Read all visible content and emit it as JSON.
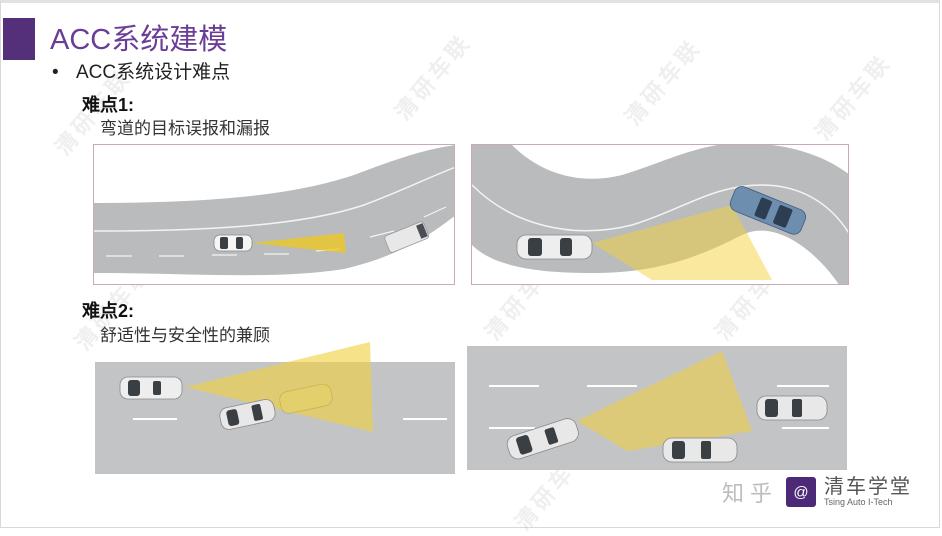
{
  "slide": {
    "title": "ACC系统建模",
    "bullet": "ACC系统设计难点",
    "bullet_marker": "•",
    "accent_color": "#54307a",
    "title_color": "#6a3d97"
  },
  "difficulty1": {
    "heading": "难点1:",
    "description": "弯道的目标误报和漏报",
    "images": [
      {
        "caption": "curved-road-false-alarm",
        "scene": "Ego car on gently curving road, radar beam misses truck in adjacent lane"
      },
      {
        "caption": "s-curve-missed-target",
        "scene": "Ego car on S-curve, radar beam points off-road while lead blue car is in curve"
      }
    ]
  },
  "difficulty2": {
    "heading": "难点2:",
    "description": "舒适性与安全性的兼顾",
    "images": [
      {
        "caption": "cut-in-scenario",
        "scene": "Ego car with wide radar beam, vehicle cutting in from adjacent lane"
      },
      {
        "caption": "lane-change-scenario",
        "scene": "Ego car changing lanes, radar beam sweeping across lanes with two other cars"
      }
    ]
  },
  "watermarks": [
    "清研车联",
    "清研车联",
    "清研车联",
    "清研车联",
    "清研车联",
    "清研车联",
    "清研车联",
    "清研车联"
  ],
  "footer": {
    "platform": "知乎",
    "logo_glyph": "@",
    "brand_cn": "清车学堂",
    "brand_en": "Tsing Auto I-Tech"
  }
}
